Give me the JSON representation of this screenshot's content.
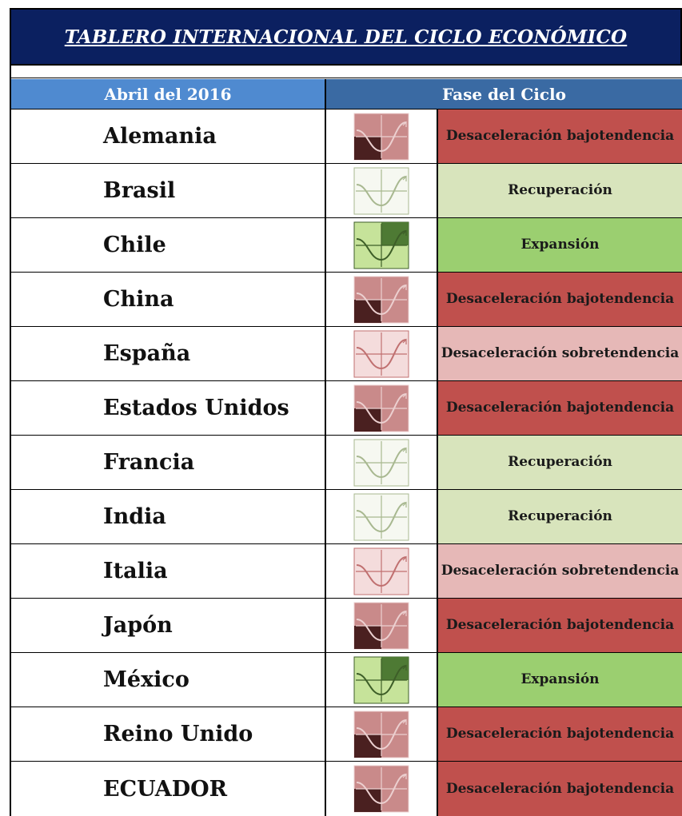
{
  "title": "TABLERO INTERNACIONAL DEL CICLO ECONÓMICO",
  "header": {
    "date_label": "Abril del 2016",
    "phase_label": "Fase del Ciclo"
  },
  "phases": {
    "bajo": {
      "label": "Desaceleración bajo tendencia",
      "bg": "#c0504d",
      "icon_bg": "#c98a8a",
      "icon_dark": "#4a2020",
      "icon_line": "#ecd0d0"
    },
    "sobre": {
      "label": "Desaceleración sobre tendencia",
      "bg": "#e6b8b7",
      "icon_bg": "#f4dcdc",
      "icon_dark": "#f4dcdc",
      "icon_line": "#c07070"
    },
    "recuperacion": {
      "label": "Recuperación",
      "bg": "#d8e4bc",
      "icon_bg": "#f6f8f1",
      "icon_dark": "#f6f8f1",
      "icon_line": "#a8b890"
    },
    "expansion": {
      "label": "Expansión",
      "bg": "#9bcf70",
      "icon_bg": "#c6e39a",
      "icon_dark": "#4e7a34",
      "icon_line": "#3d5e28"
    }
  },
  "rows": [
    {
      "country": "Alemania",
      "phase": "bajo"
    },
    {
      "country": "Brasil",
      "phase": "recuperacion"
    },
    {
      "country": "Chile",
      "phase": "expansion"
    },
    {
      "country": "China",
      "phase": "bajo"
    },
    {
      "country": "España",
      "phase": "sobre"
    },
    {
      "country": "Estados Unidos",
      "phase": "bajo"
    },
    {
      "country": "Francia",
      "phase": "recuperacion"
    },
    {
      "country": "India",
      "phase": "recuperacion"
    },
    {
      "country": "Italia",
      "phase": "sobre"
    },
    {
      "country": "Japón",
      "phase": "bajo"
    },
    {
      "country": "México",
      "phase": "expansion"
    },
    {
      "country": "Reino Unido",
      "phase": "bajo"
    },
    {
      "country": "ECUADOR",
      "phase": "bajo"
    }
  ]
}
